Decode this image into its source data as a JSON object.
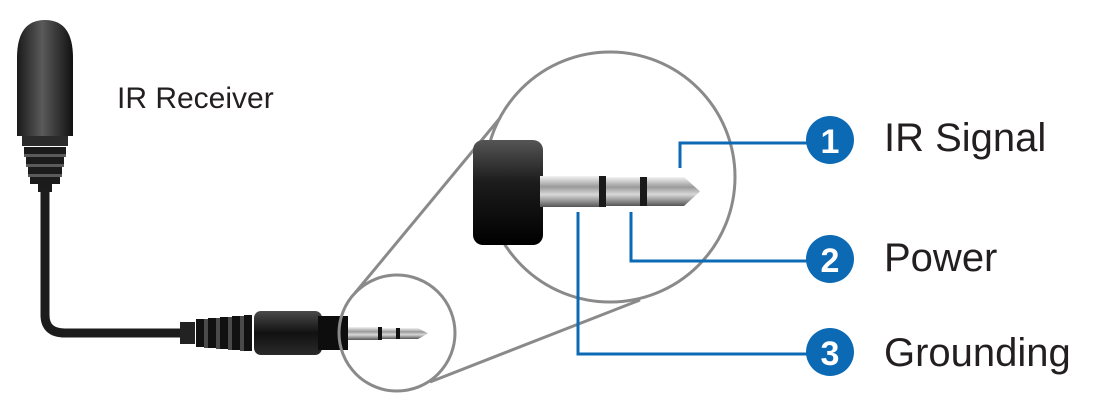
{
  "receiver_title": "IR Receiver",
  "accent_color": "#0c6ab4",
  "pins": [
    {
      "number": "1",
      "label": "IR Signal"
    },
    {
      "number": "2",
      "label": "Power"
    },
    {
      "number": "3",
      "label": "Grounding"
    }
  ]
}
